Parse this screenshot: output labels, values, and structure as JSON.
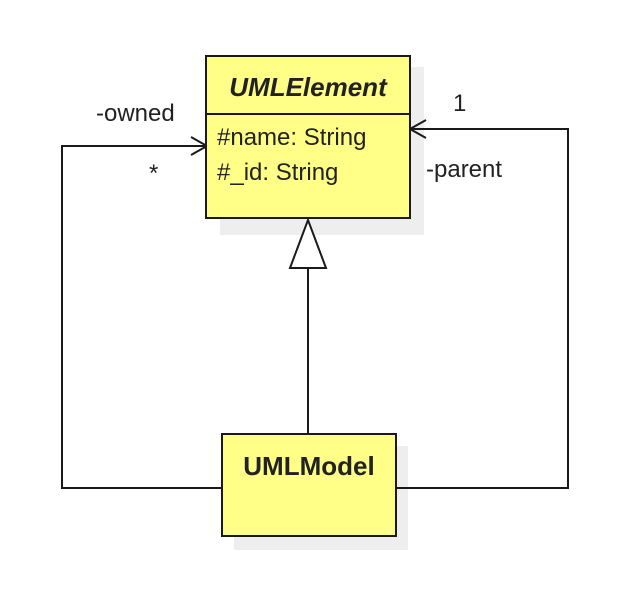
{
  "diagram": {
    "colors": {
      "class_fill": "#ffff88",
      "line": "#1a1a1a",
      "shadow": "#eeeeee"
    },
    "classes": {
      "uml_element": {
        "name": "UMLElement",
        "attributes": [
          "#name: String",
          "#_id: String"
        ]
      },
      "uml_model": {
        "name": "UMLModel"
      }
    },
    "relations": {
      "generalization": {
        "from": "UMLModel",
        "to": "UMLElement"
      },
      "owned": {
        "role": "-owned",
        "multiplicity": "*"
      },
      "parent": {
        "role": "-parent",
        "multiplicity": "1"
      }
    }
  }
}
